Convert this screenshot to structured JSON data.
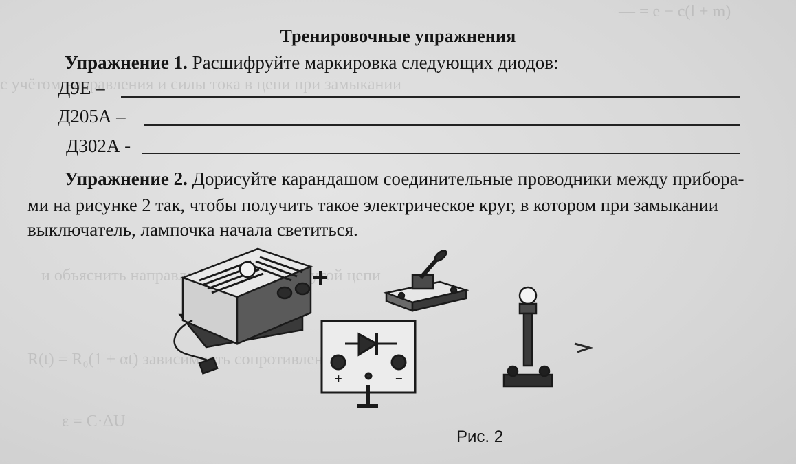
{
  "document": {
    "title": "Тренировочные упражнения",
    "exercise1": {
      "label": "Упражнение 1.",
      "text": "Расшифруйте маркировка следующих диодов:",
      "diodes": [
        "Д9Е –",
        "Д205А –",
        "Д302А -"
      ]
    },
    "exercise2": {
      "label": "Упражнение 2.",
      "line1_text": "Дорисуйте карандашом соединительные проводники между прибора-",
      "line2": "ми на рисунке 2 так, чтобы получить такое электрическое круг, в котором при замыкании",
      "line3": "выключатель, лампочка начала светиться."
    },
    "figure": {
      "plus_sign": "+",
      "panel_plus": "+",
      "panel_minus": "−",
      "caption": "Рис. 2"
    }
  }
}
